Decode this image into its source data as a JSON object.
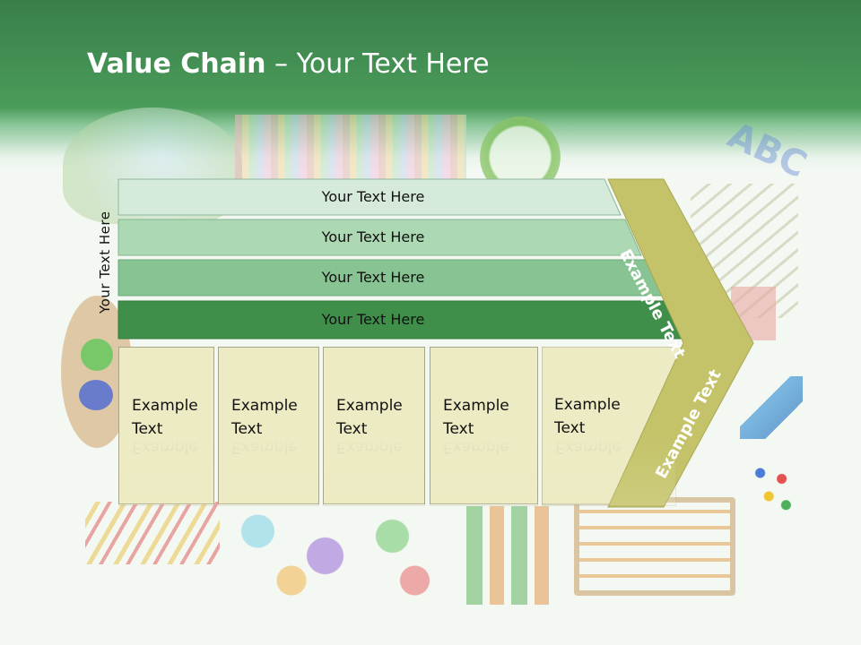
{
  "title": {
    "bold": "Value Chain",
    "rest": " – Your Text Here"
  },
  "side_label": "Your Text Here",
  "bars": [
    {
      "label": "Your Text Here",
      "color": "#d5eadb"
    },
    {
      "label": "Your Text Here",
      "color": "#acd8b4"
    },
    {
      "label": "Your Text Here",
      "color": "#88c493"
    },
    {
      "label": "Your Text Here",
      "color": "#3f8f4b"
    }
  ],
  "cells": [
    {
      "line1": "Example",
      "line2": "Text"
    },
    {
      "line1": "Example",
      "line2": "Text"
    },
    {
      "line1": "Example",
      "line2": "Text"
    },
    {
      "line1": "Example",
      "line2": "Text"
    },
    {
      "line1": "Example",
      "line2": "Text"
    }
  ],
  "chevron": {
    "top_label": "Example Text",
    "bottom_label": "Example Text",
    "color": "#c4c36a"
  }
}
